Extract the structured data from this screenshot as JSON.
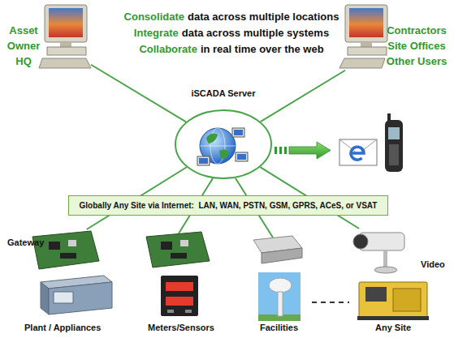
{
  "diagram": {
    "nodes": [
      {
        "text": [
          "Asset Owner HQ"
        ]
      },
      {
        "text": [
          "Contractors Site Offices Other Users"
        ]
      },
      {
        "text": [
          "iSCADA Server"
        ]
      },
      {
        "text": [
          "Globally Any Site via Internet:  LAN, WAN, PSTN, GSM, GPRS, ACeS, or VSAT"
        ]
      },
      {
        "text": [
          "Gateway"
        ]
      },
      {
        "text": [
          "Video"
        ]
      }
    ],
    "edges": [
      {
        "from": 0,
        "to": 2,
        "arrow": "none"
      },
      {
        "from": 1,
        "to": 2,
        "arrow": "none"
      },
      {
        "from": 2,
        "to": 4,
        "arrow": "none"
      },
      {
        "from": 2,
        "to": 5,
        "arrow": "none"
      }
    ],
    "labels": [
      "Consolidate",
      "data across multiple locations",
      "Integrate",
      "data across multiple systems",
      "Collaborate",
      "in real time over the web",
      "Plant / Appliances",
      "Meters/Sensors",
      "Facilities",
      "Any Site"
    ]
  }
}
